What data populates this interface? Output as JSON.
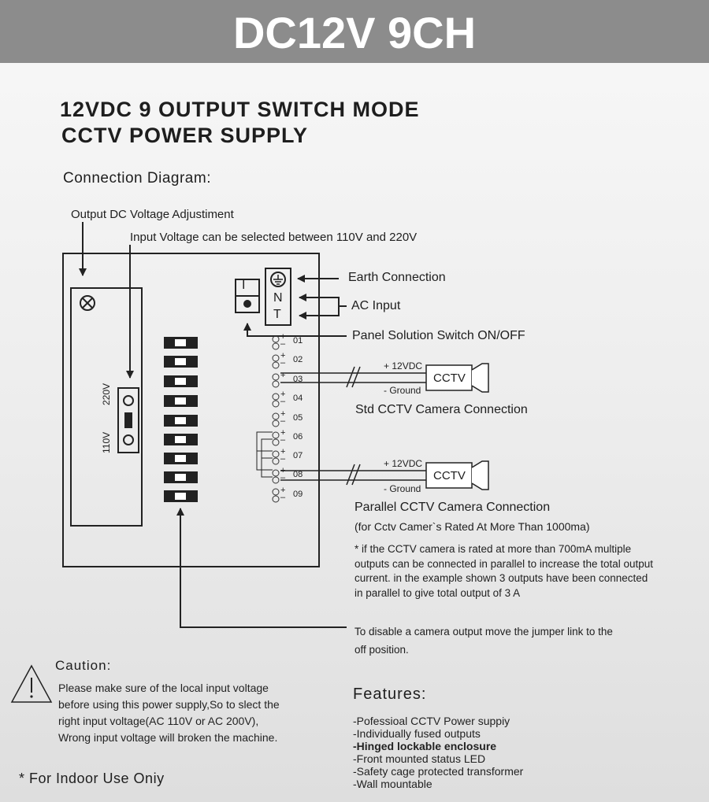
{
  "banner": "DC12V 9CH",
  "title_line1": "12VDC 9 OUTPUT SWITCH MODE",
  "title_line2": "CCTV POWER SUPPLY",
  "connection_diagram": "Connection Diagram:",
  "labels": {
    "output_adjust": "Output DC Voltage  Adjustiment",
    "input_voltage": "Input Voltage can be selected between 110V and 220V",
    "earth": "Earth Connection",
    "ac_input": "AC Input",
    "panel_switch": "Panel Solution Switch ON/OFF",
    "std_cctv": "Std CCTV Camera Connection",
    "parallel_cctv": "Parallel CCTV Camera Connection",
    "parallel_sub": "(for Cctv Camer`s Rated At More Than 1000ma)",
    "plus_12vdc": "+ 12VDC",
    "minus_ground": "- Ground",
    "cctv": "CCTV",
    "v220": "220V",
    "v110": "110V",
    "term_n": "N",
    "term_t": "T",
    "switch_on": "I",
    "terminals": [
      "01",
      "02",
      "03",
      "04",
      "05",
      "06",
      "07",
      "08",
      "09"
    ]
  },
  "note_lines": [
    "* if the CCTV camera is rated at more than 700mA multiple",
    "outputs can be connected in parallel to increase the total output",
    "current. in the example shown 3 outputs have been connected",
    " in parallel to give total output of 3 A"
  ],
  "jumper_lines": [
    "To disable a camera output move the jumper link to the",
    " off position."
  ],
  "caution_title": "Caution:",
  "caution_lines": [
    "Please make sure of the local input voltage",
    "before using this power supply,So to slect the",
    "right input voltage(AC 110V or AC 200V),",
    "Wrong input voltage will broken the machine."
  ],
  "features_title": "Features:",
  "features": [
    "-Pofessioal CCTV Power suppiy",
    "-Individually fused outputs",
    "-Hinged lockable enclosure",
    "-Front mounted status LED",
    "-Safety cage protected transformer",
    "-Wall mountable"
  ],
  "indoor_note": "*   For Indoor Use Oniy"
}
